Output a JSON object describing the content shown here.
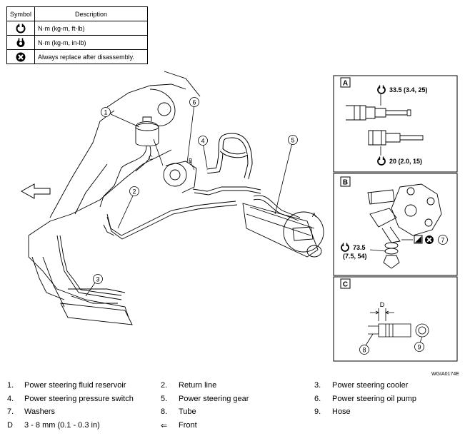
{
  "legend": {
    "header_symbol": "Symbol",
    "header_description": "Description",
    "rows": [
      {
        "icon": "torque-ft-lb-icon",
        "description": "N·m (kg-m, ft-lb)"
      },
      {
        "icon": "torque-in-lb-icon",
        "description": "N·m (kg-m, in-lb)"
      },
      {
        "icon": "replace-after-disassembly-icon",
        "description": "Always replace after disassembly."
      }
    ]
  },
  "callouts": [
    "1",
    "2",
    "3",
    "4",
    "5",
    "6",
    "A",
    "B",
    "C"
  ],
  "insets": {
    "a": {
      "label": "A",
      "torque_top": "33.5 (3.4, 25)",
      "torque_bottom": "20 (2.0, 15)"
    },
    "b": {
      "label": "B",
      "torque_line1": "73.5",
      "torque_line2": "(7.5, 54)",
      "callout": "7"
    },
    "c": {
      "label": "C",
      "dimension_label": "D",
      "callout_tube": "8",
      "callout_hose": "9"
    }
  },
  "figure_code": "WGIA0174E",
  "parts": [
    {
      "num": "1.",
      "label": "Power steering fluid reservoir"
    },
    {
      "num": "2.",
      "label": "Return line"
    },
    {
      "num": "3.",
      "label": "Power steering cooler"
    },
    {
      "num": "4.",
      "label": "Power steering pressure switch"
    },
    {
      "num": "5.",
      "label": "Power steering gear"
    },
    {
      "num": "6.",
      "label": "Power steering oil pump"
    },
    {
      "num": "7.",
      "label": "Washers"
    },
    {
      "num": "8.",
      "label": "Tube"
    },
    {
      "num": "9.",
      "label": "Hose"
    },
    {
      "num": "D",
      "label": "3 - 8 mm (0.1 - 0.3 in)"
    },
    {
      "num": "⇐",
      "label": "Front"
    }
  ]
}
